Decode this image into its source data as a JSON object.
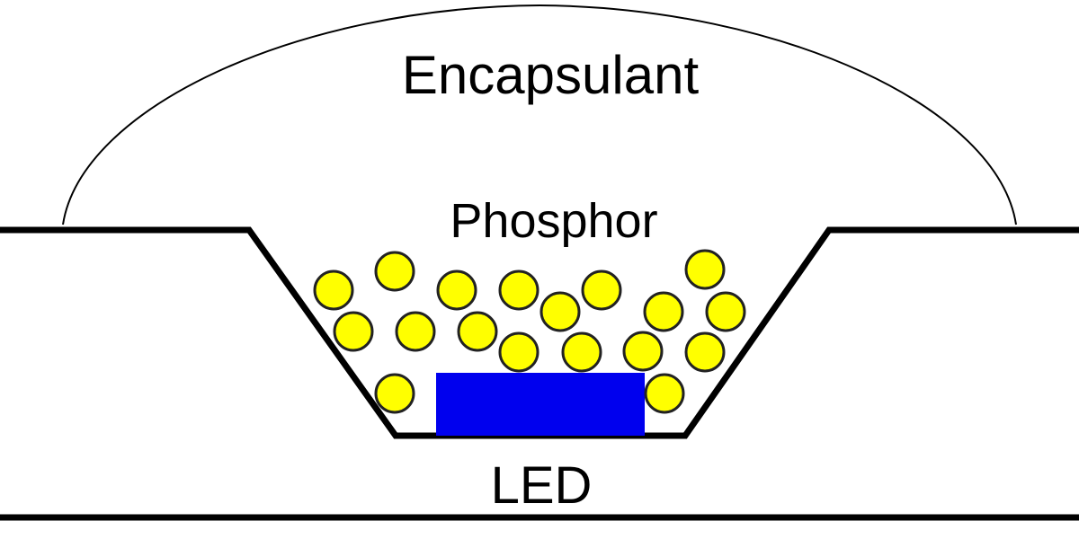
{
  "labels": {
    "encapsulant": "Encapsulant",
    "phosphor": "Phosphor",
    "led": "LED"
  },
  "colors": {
    "phosphor_particle": "#ffff00",
    "led_chip": "#0000ee",
    "outline": "#000000"
  },
  "phosphor_particle_count": 18
}
